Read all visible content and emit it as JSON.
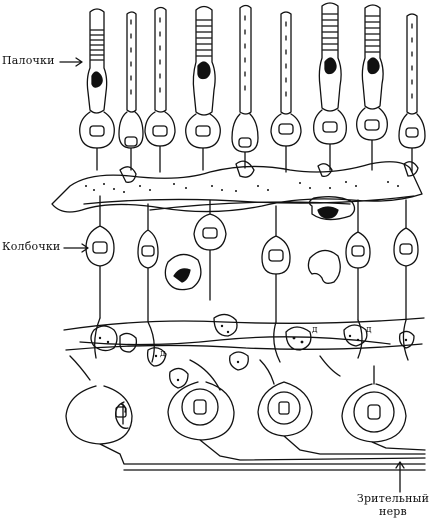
{
  "labels": {
    "rods": "Палочки",
    "cones": "Колбочки",
    "optic_nerve_line1": "Зрительный",
    "optic_nerve_line2": "нерв",
    "letter_d": "д"
  },
  "colors": {
    "ink": "#111111",
    "paper": "#ffffff"
  }
}
